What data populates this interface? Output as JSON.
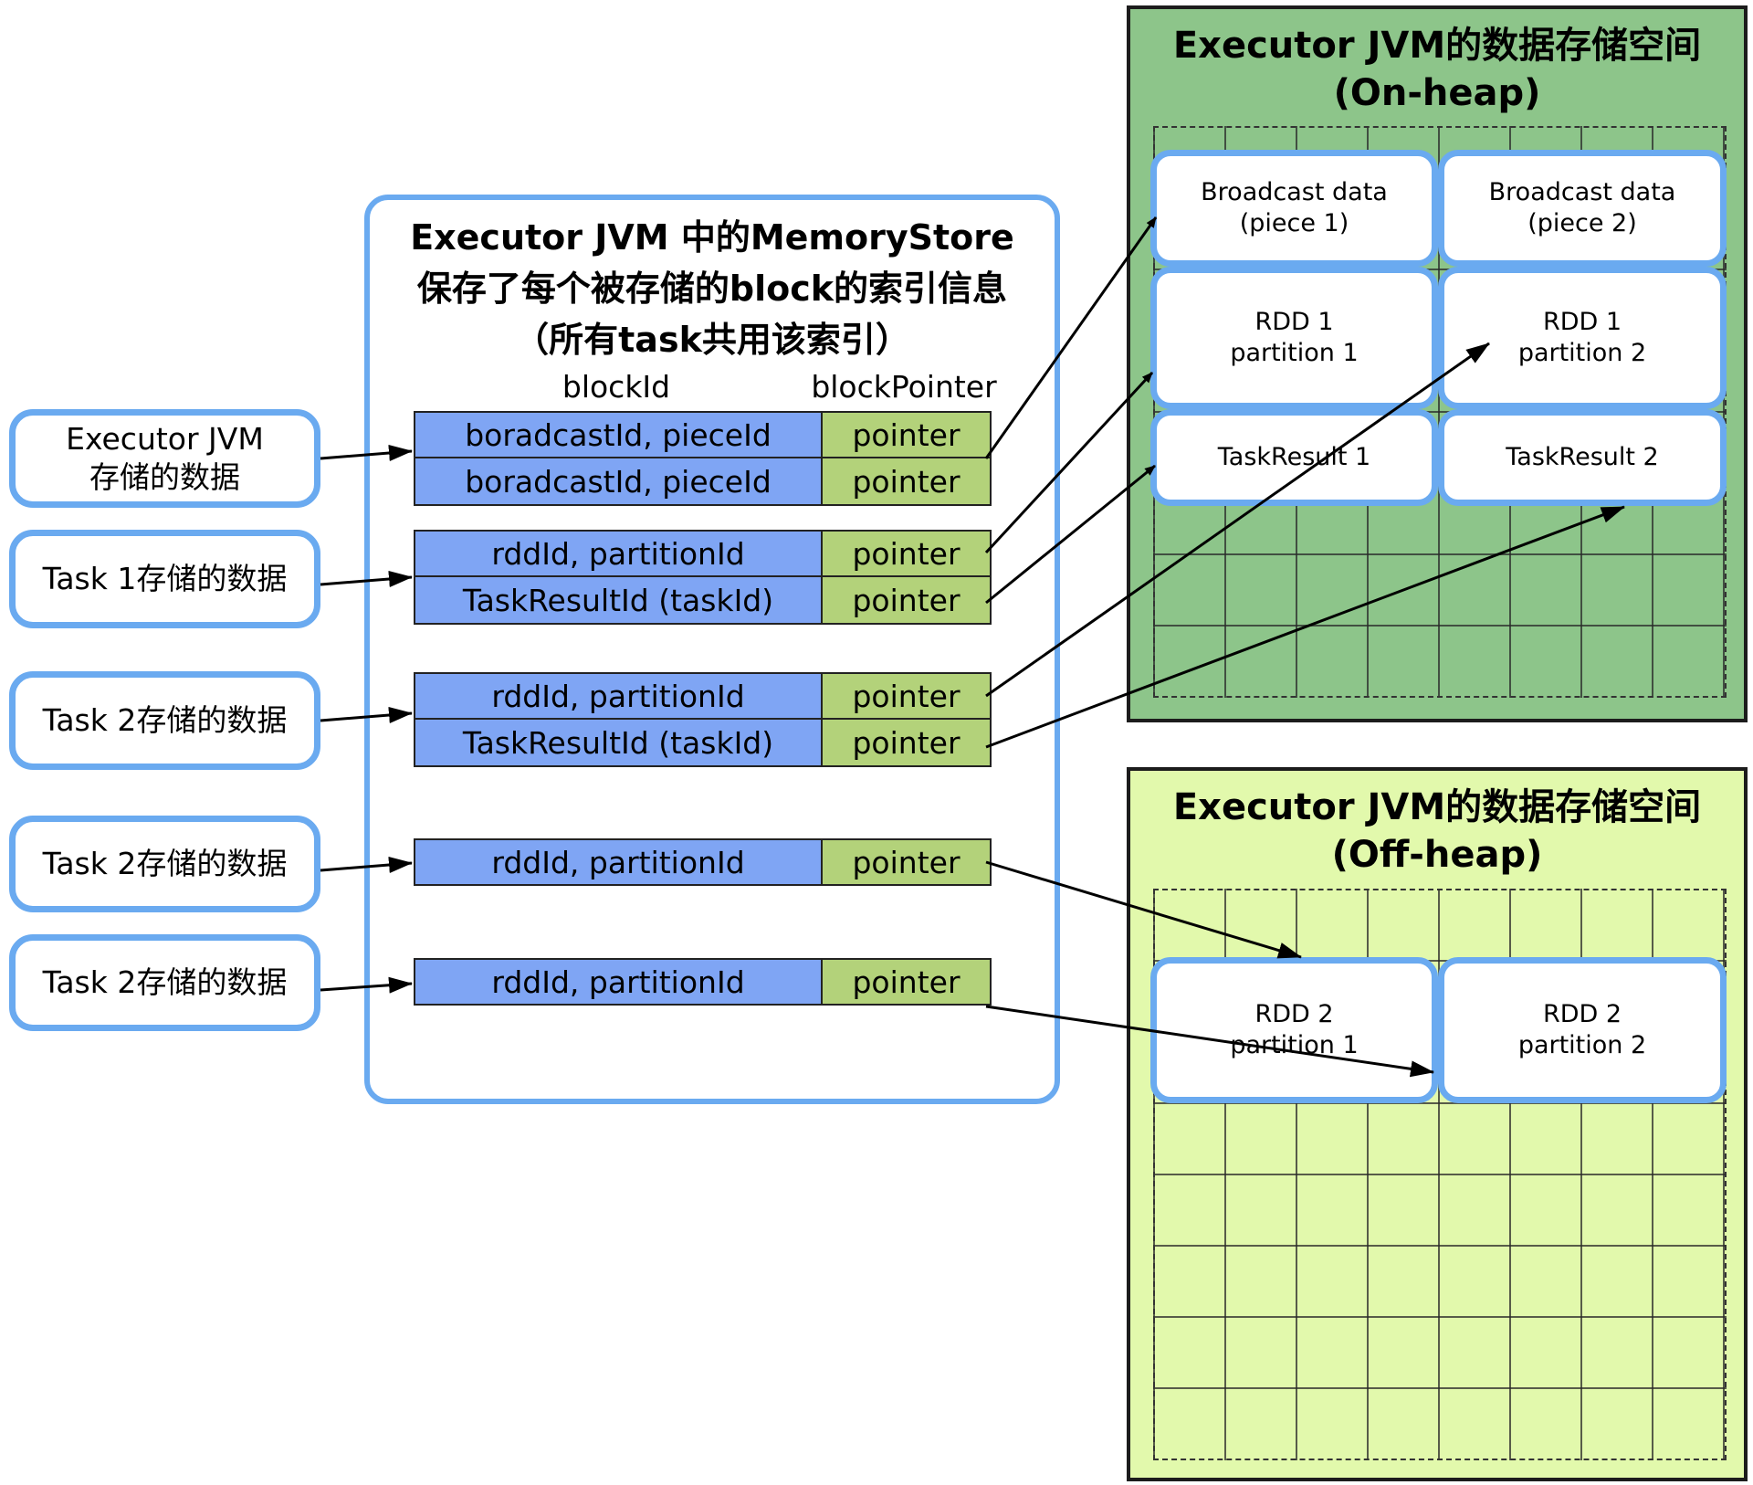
{
  "sources": [
    {
      "line1": "Executor JVM",
      "line2": "存储的数据"
    },
    {
      "line1": "Task 1存储的数据",
      "line2": ""
    },
    {
      "line1": "Task 2存储的数据",
      "line2": ""
    },
    {
      "line1": "Task 2存储的数据",
      "line2": ""
    },
    {
      "line1": "Task 2存储的数据",
      "line2": ""
    }
  ],
  "memory_store": {
    "title_line1": "Executor JVM 中的MemoryStore",
    "title_line2": "保存了每个被存储的block的索引信息",
    "title_line3": "（所有task共用该索引）",
    "col_block_id": "blockId",
    "col_block_pointer": "blockPointer",
    "groups": [
      [
        {
          "id": "boradcastId, pieceId",
          "ptr": "pointer"
        },
        {
          "id": "boradcastId, pieceId",
          "ptr": "pointer"
        }
      ],
      [
        {
          "id": "rddId, partitionId",
          "ptr": "pointer"
        },
        {
          "id": "TaskResultId (taskId)",
          "ptr": "pointer"
        }
      ],
      [
        {
          "id": "rddId, partitionId",
          "ptr": "pointer"
        },
        {
          "id": "TaskResultId (taskId)",
          "ptr": "pointer"
        }
      ],
      [
        {
          "id": "rddId, partitionId",
          "ptr": "pointer"
        }
      ],
      [
        {
          "id": "rddId, partitionId",
          "ptr": "pointer"
        }
      ]
    ]
  },
  "on_heap": {
    "title_line1": "Executor JVM的数据存储空间",
    "title_line2": "(On-heap)",
    "blocks": [
      {
        "line1": "Broadcast data",
        "line2": "(piece 1)"
      },
      {
        "line1": "Broadcast data",
        "line2": "(piece 2)"
      },
      {
        "line1": "RDD 1",
        "line2": "partition 1"
      },
      {
        "line1": "RDD 1",
        "line2": "partition 2"
      },
      {
        "line1": "TaskResult 1",
        "line2": ""
      },
      {
        "line1": "TaskResult 2",
        "line2": ""
      }
    ]
  },
  "off_heap": {
    "title_line1": "Executor JVM的数据存储空间",
    "title_line2": "(Off-heap)",
    "blocks": [
      {
        "line1": "RDD 2",
        "line2": "partition 1"
      },
      {
        "line1": "RDD 2",
        "line2": "partition 2"
      }
    ]
  },
  "colors": {
    "outline_blue": "#6aaaf0",
    "block_id_fill": "#7fa5f4",
    "pointer_fill": "#b3d27a",
    "on_heap_fill": "#8dc58a",
    "off_heap_fill": "#e2f9ac"
  }
}
